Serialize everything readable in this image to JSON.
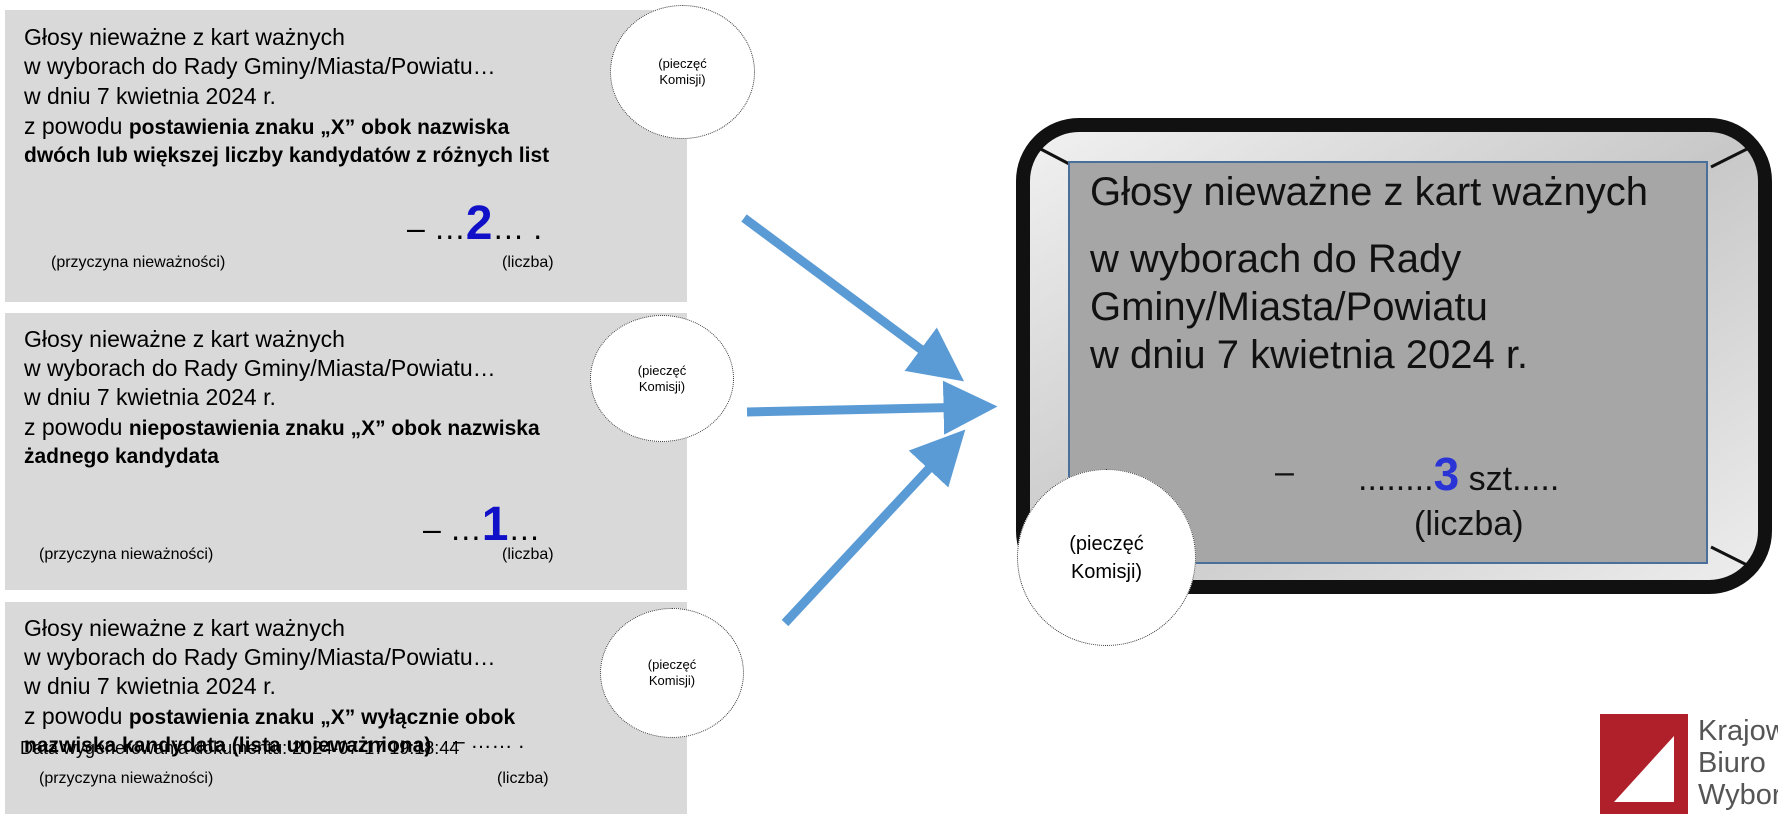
{
  "cards": [
    {
      "line1": "Głosy nieważne z kart ważnych",
      "line2": "w wyborach do Rady Gminy/Miasta/Powiatu…",
      "line3": "w dniu 7 kwietnia 2024 r.",
      "reason_prefix": "z powodu ",
      "reason_bold_1": "postawienia znaku „X” obok nazwiska",
      "reason_bold_2": "dwóch lub większej liczby kandydatów z różnych list",
      "dash": "–",
      "dots_before": " …",
      "count": "2",
      "dots_after": "… .",
      "cause_label": "(przyczyna nieważności)",
      "number_label": "(liczba)",
      "seal_line1": "(pieczęć",
      "seal_line2": "Komisji)"
    },
    {
      "line1": "Głosy nieważne z kart ważnych",
      "line2": "w wyborach do Rady Gminy/Miasta/Powiatu…",
      "line3": "w dniu 7 kwietnia 2024 r.",
      "reason_prefix": "z powodu ",
      "reason_bold_1": "niepostawienia znaku „X” obok nazwiska",
      "reason_bold_2": "żadnego kandydata",
      "dash": "–",
      "dots_before": " …",
      "count": "1",
      "dots_after": "…",
      "cause_label": "(przyczyna nieważności)",
      "number_label": "(liczba)",
      "seal_line1": "(pieczęć",
      "seal_line2": "Komisji)"
    },
    {
      "line1": "Głosy nieważne z kart ważnych",
      "line2": "w wyborach do Rady Gminy/Miasta/Powiatu…",
      "line3": "w dniu 7 kwietnia 2024 r.",
      "reason_prefix": "z powodu ",
      "reason_bold_1": "postawienia znaku „X” wyłącznie obok",
      "reason_bold_2": "nazwiska kandydata (lista unieważniona)",
      "tally_tail": "– …… .",
      "cause_label": "(przyczyna nieważności)",
      "number_label": "(liczba)",
      "seal_line1": "(pieczęć",
      "seal_line2": "Komisji)"
    }
  ],
  "generated_stamp": "Data wygenerowania dokumentu: 2024-07-17 19:18:44",
  "summary": {
    "line1": "Głosy nieważne z kart ważnych",
    "line2": "w wyborach do Rady",
    "line3": "Gminy/Miasta/Powiatu",
    "line4": "w dniu 7 kwietnia 2024 r.",
    "dash": "–",
    "dots_before": "........",
    "count": "3",
    "unit": " szt.....",
    "number_label": "(liczba)",
    "seal_line1": "(pieczęć",
    "seal_line2": "Komisji)"
  },
  "logo": {
    "line1": "Krajowe",
    "line2": "Biuro",
    "line3": "Wyborcze"
  },
  "colors": {
    "arrow": "#5b9bd5",
    "panel": "#a6a6a6",
    "card": "#d9d9d9",
    "count_blue": "#1010c8",
    "logo_red": "#b0202a"
  }
}
